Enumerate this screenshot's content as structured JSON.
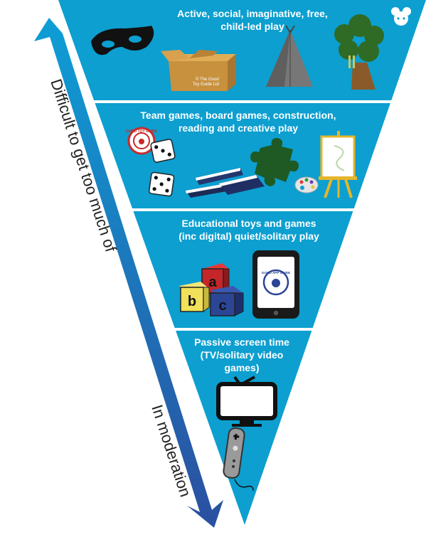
{
  "colors": {
    "tier_fill": "#0c9fd0",
    "divider": "#ffffff",
    "arrow_top": "#0e9ed6",
    "arrow_bottom": "#2b4fa0"
  },
  "arrow": {
    "top_label": "Difficult to get too much of",
    "bottom_label": "In moderation"
  },
  "tiers": [
    {
      "title_line1": "Active, social, imaginative, free,",
      "title_line2": "child-led play",
      "icons": [
        "mask-icon",
        "cardboard-box-icon",
        "teepee-icon",
        "tree-icon",
        "bear-logo-icon"
      ],
      "box_label_line1": "© The Good",
      "box_label_line2": "Toy Guide Ltd"
    },
    {
      "title_line1": "Team games, board games, construction,",
      "title_line2": "reading and creative play",
      "icons": [
        "good-toy-guide-badge-icon",
        "dice-icon",
        "books-icon",
        "puzzle-piece-icon",
        "paint-palette-icon",
        "easel-icon"
      ],
      "badge_text": "GOOD TOY GUIDE"
    },
    {
      "title_line1": "Educational toys and games",
      "title_line2": "(inc digital) quiet/solitary play",
      "icons": [
        "abc-blocks-icon",
        "tablet-icon"
      ],
      "block_letters": [
        "a",
        "b",
        "c"
      ],
      "badge_text": "GOOD APP GUIDE"
    },
    {
      "title_line1": "Passive screen time",
      "title_line2": "(TV/solitary video",
      "title_line3": "games)",
      "icons": [
        "television-icon",
        "game-controller-icon"
      ]
    }
  ]
}
